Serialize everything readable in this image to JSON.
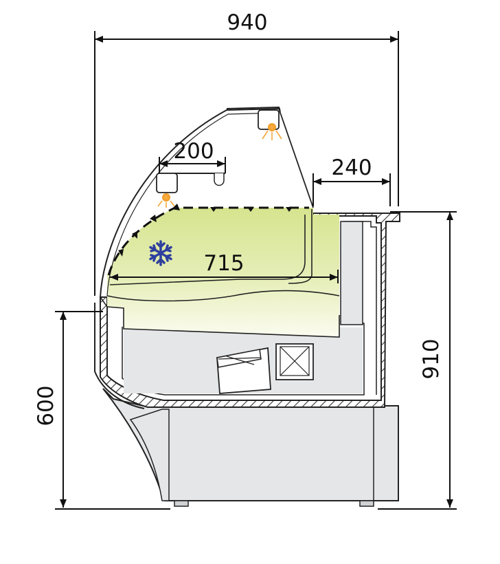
{
  "dimensions": {
    "overall_width": "940",
    "overall_height": "910",
    "counter_height": "600",
    "shelf_depth": "200",
    "top_counter_depth": "240",
    "display_depth": "715"
  },
  "icons": {
    "cooling": "snowflake-icon",
    "lamp": "light-icon"
  },
  "colors": {
    "display_area": "#dde9a2",
    "cabinet": "#e4e6e8",
    "lamp": "#f4a63a",
    "snowflake": "#2e3f9e",
    "outline": "#222222"
  }
}
